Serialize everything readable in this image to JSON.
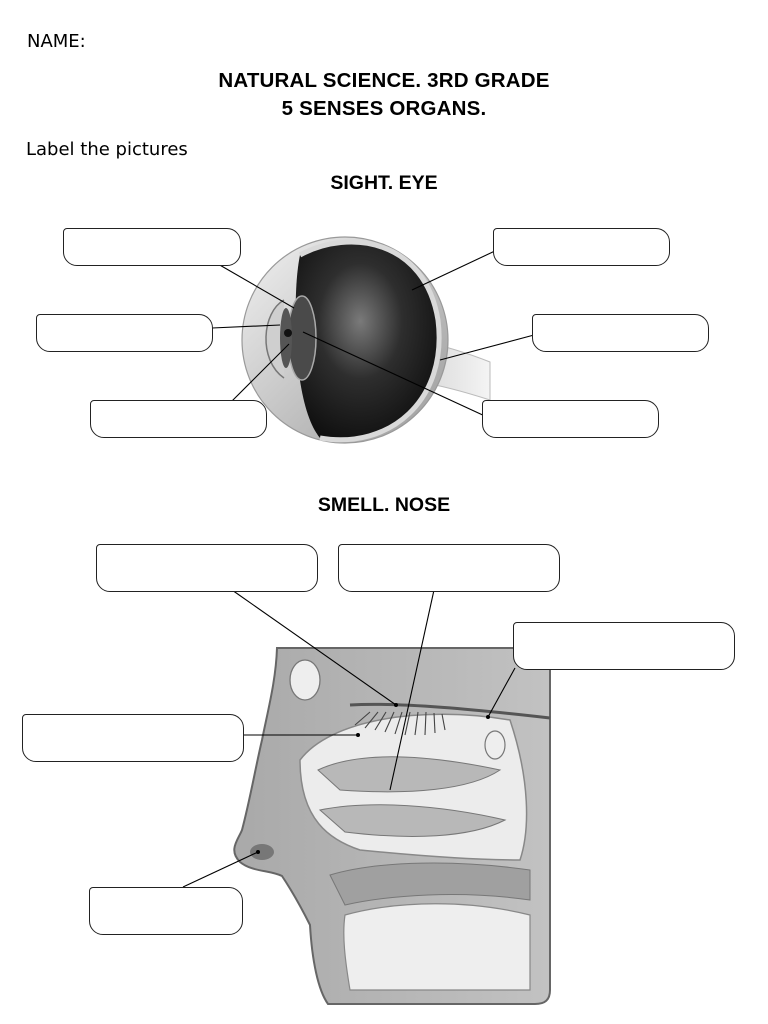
{
  "header": {
    "name_label": "NAME:",
    "title_line1": "NATURAL SCIENCE. 3RD GRADE",
    "title_line2": "5 SENSES ORGANS."
  },
  "instruction": "Label the pictures",
  "sections": {
    "eye": {
      "title": "SIGHT. EYE"
    },
    "nose": {
      "title": "SMELL. NOSE"
    }
  }
}
